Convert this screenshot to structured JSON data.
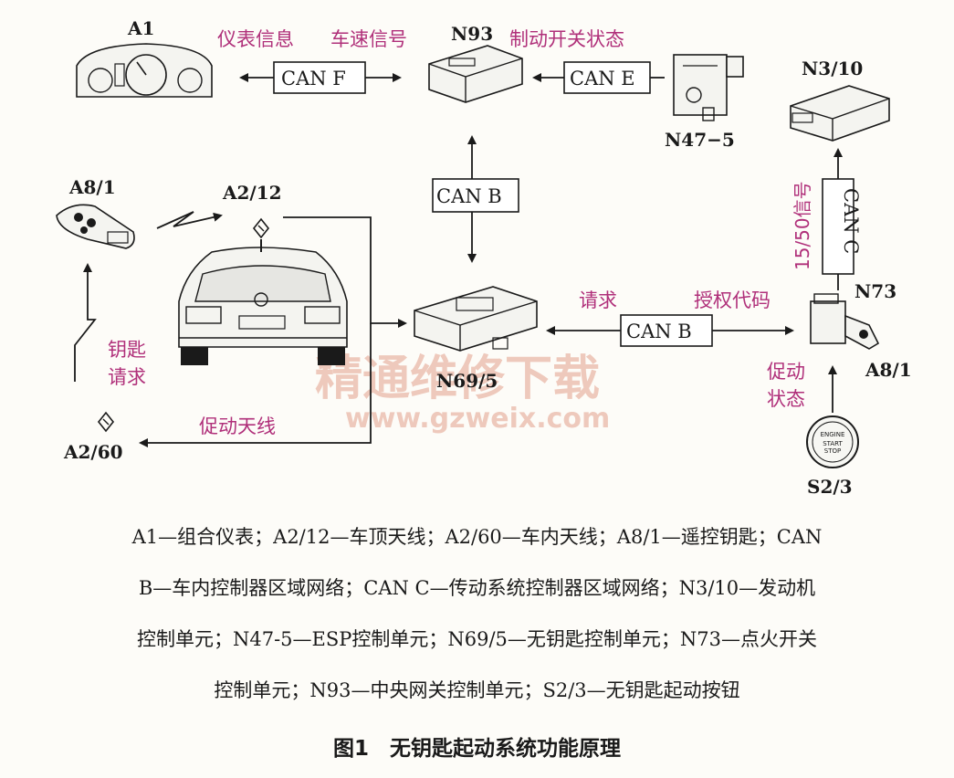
{
  "labels": {
    "a1": "A1",
    "n93": "N93",
    "n3_10": "N3/10",
    "n47_5": "N47−5",
    "a8_1_key": "A8/1",
    "a2_12": "A2/12",
    "n73": "N73",
    "n69_5": "N69/5",
    "a8_1_right": "A8/1",
    "a2_60": "A2/60",
    "s2_3": "S2/3"
  },
  "can_boxes": {
    "can_f": "CAN F",
    "can_e": "CAN E",
    "can_b_vertical": "CAN B",
    "can_b_horizontal": "CAN B",
    "can_c": "CAN C"
  },
  "signals": {
    "instrument_info": "仪表信息",
    "speed_signal": "车速信号",
    "brake_switch_status": "制动开关状态",
    "signal_15_50": "15/50信号",
    "request": "请求",
    "auth_code": "授权代码",
    "key_request_1": "钥匙",
    "key_request_2": "请求",
    "start_status_1": "促动",
    "start_status_2": "状态",
    "activate_antenna": "促动天线"
  },
  "button_text": {
    "engine": "ENGINE",
    "start": "START",
    "stop": "STOP"
  },
  "watermark": {
    "cn": "精通维修下载",
    "url": "www.gzweix.com"
  },
  "caption": {
    "line1": "A1—组合仪表；A2/12—车顶天线；A2/60—车内天线；A8/1—遥控钥匙；CAN",
    "line2": "B—车内控制器区域网络；CAN C—传动系统控制器区域网络；N3/10—发动机",
    "line3": "控制单元；N47-5—ESP控制单元；N69/5—无钥匙控制单元；N73—点火开关",
    "line4": "控制单元；N93—中央网关控制单元；S2/3—无钥匙起动按钮"
  },
  "figure_title": "图1　无钥匙起动系统功能原理"
}
